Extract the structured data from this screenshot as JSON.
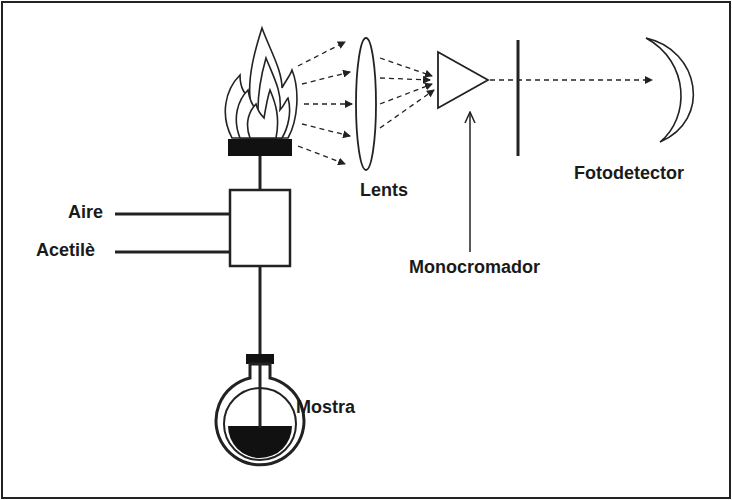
{
  "diagram": {
    "labels": [
      "Lents",
      "Fotodetector",
      "Aire",
      "Acetilè",
      "Monocromador",
      "Mostra"
    ]
  }
}
